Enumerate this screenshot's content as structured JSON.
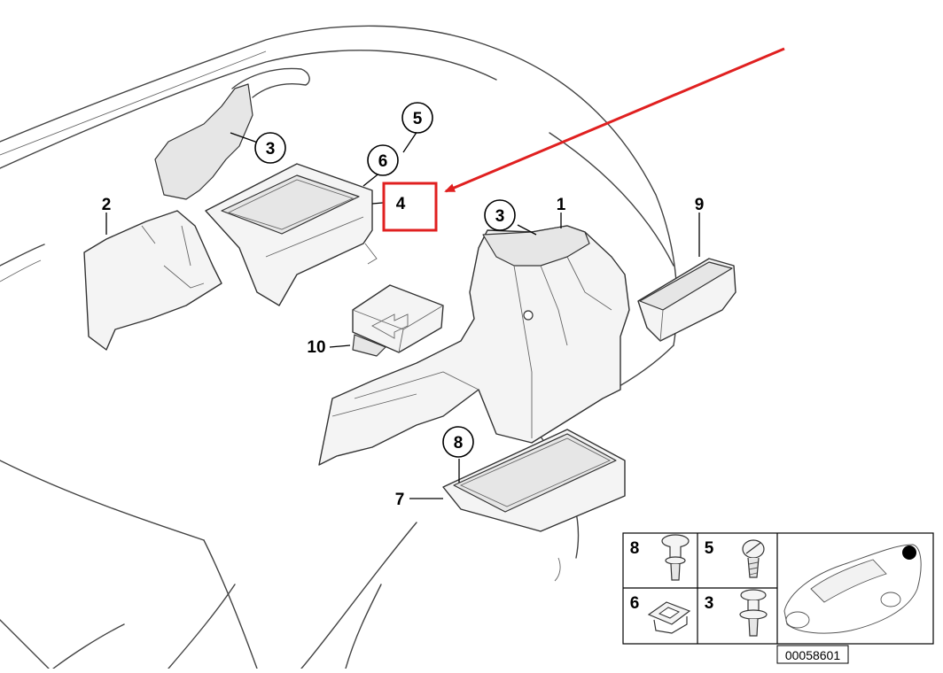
{
  "callouts": {
    "c1": "1",
    "c2": "2",
    "c3a": "3",
    "c3b": "3",
    "c4": "4",
    "c5": "5",
    "c6": "6",
    "c7": "7",
    "c8": "8",
    "c9": "9",
    "c10": "10"
  },
  "legend": {
    "cell_8": "8",
    "cell_5": "5",
    "cell_6": "6",
    "cell_3": "3"
  },
  "diagram_code": "00058601",
  "colors": {
    "highlight": "#e02020",
    "line": "#444444"
  }
}
